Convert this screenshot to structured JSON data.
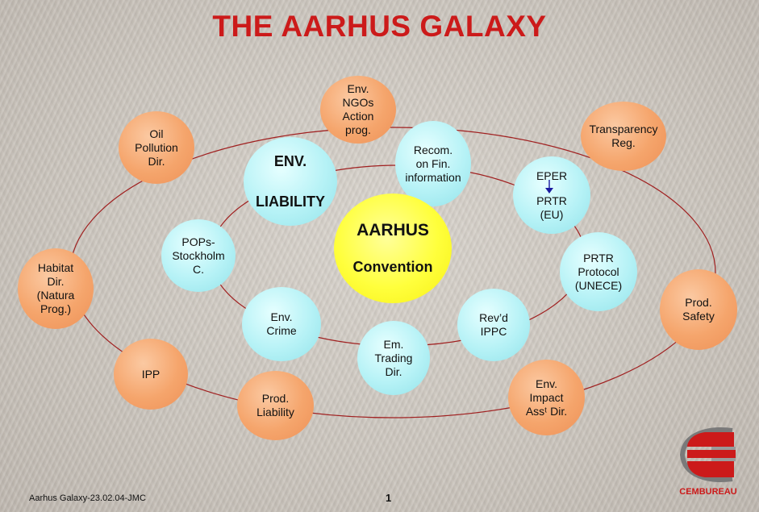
{
  "title": "THE AARHUS GALAXY",
  "center": {
    "line1": "AARHUS",
    "line2": "Convention"
  },
  "liability": {
    "line1": "ENV.",
    "line2": "LIABILITY"
  },
  "outer_nodes": {
    "ngos": "Env.\nNGOs\nAction\nprog.",
    "oil": "Oil\nPollution\nDir.",
    "transparency": "Transparency\nReg.",
    "habitat": "Habitat\nDir.\n(Natura\nProg.)",
    "prod_safety": "Prod.\nSafety",
    "ipp": "IPP",
    "prod_liability": "Prod.\nLiability",
    "eia": "Env.\nImpact\nAssᵗ Dir."
  },
  "inner_nodes": {
    "recom": "Recom.\non Fin.\ninformation",
    "eper_top": "EPER",
    "eper_bottom": "PRTR\n(EU)",
    "pops": "POPs-\nStockholm\nC.",
    "prtr_protocol": "PRTR\nProtocol\n(UNECE)",
    "crime": "Env.\nCrime",
    "trading": "Em.\nTrading\nDir.",
    "ippc": "Rev’d\nIPPC"
  },
  "footer": {
    "left": "Aarhus Galaxy-23.02.04-JMC",
    "page": "1",
    "brand": "CEMBUREAU"
  },
  "colors": {
    "title": "#cc1a1a",
    "orbit": "#a02020",
    "orange": "#f5a56c",
    "cyan": "#b6f2f6",
    "yellow": "#ffff3c",
    "arrow": "#1a1aa0"
  }
}
